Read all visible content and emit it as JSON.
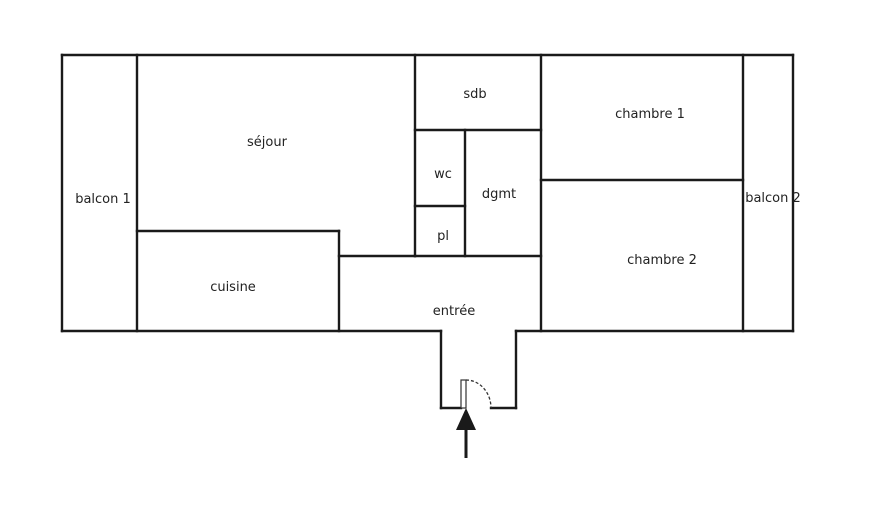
{
  "rooms": {
    "balcon1": "balcon 1",
    "sejour": "séjour",
    "sdb": "sdb",
    "chambre1": "chambre 1",
    "wc": "wc",
    "dgmt": "dgmt",
    "pl": "pl",
    "cuisine": "cuisine",
    "entree": "entrée",
    "chambre2": "chambre 2",
    "balcon2": "balcon 2"
  },
  "colors": {
    "wall": "#1a1a1a",
    "background": "#ffffff"
  }
}
